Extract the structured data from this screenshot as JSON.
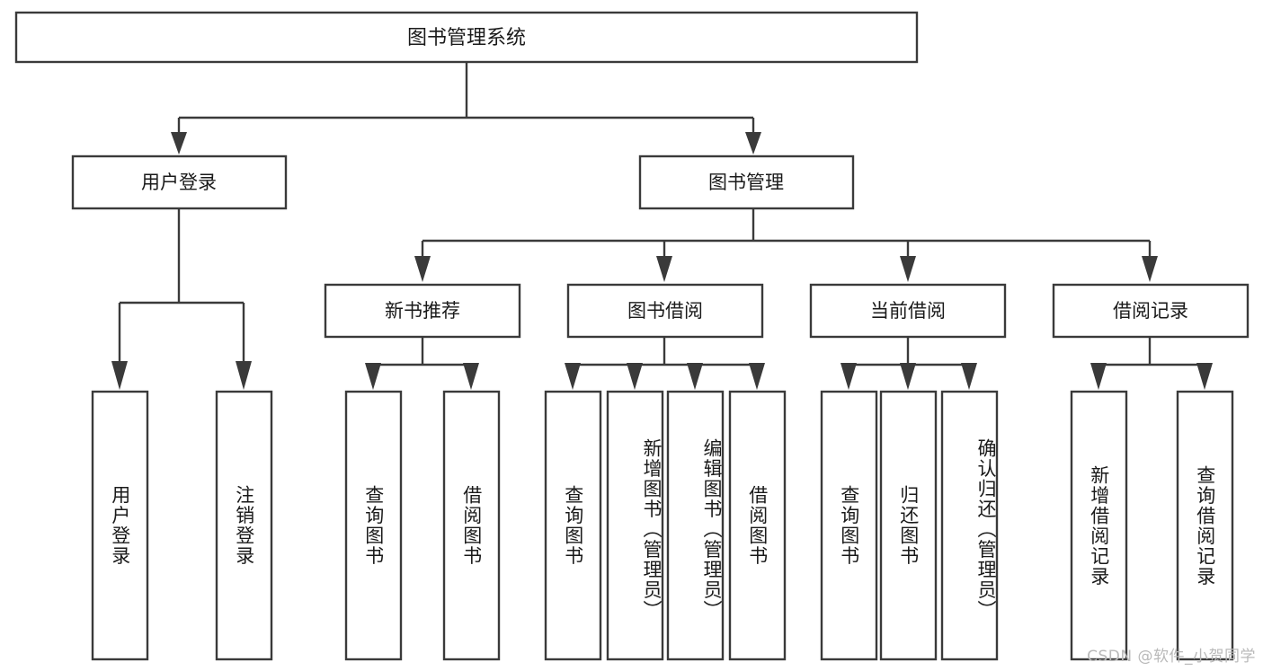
{
  "diagram": {
    "type": "tree-hierarchy",
    "title": "图书管理系统",
    "orientation": "top-down",
    "colors": {
      "box_stroke": "#3a3a3a",
      "box_fill": "#ffffff",
      "connector": "#3a3a3a",
      "text": "#1a1a1a",
      "background": "#ffffff",
      "watermark": "#b9b9b9"
    },
    "root": {
      "id": "root",
      "label": "图书管理系统",
      "text_orientation": "horizontal"
    },
    "level1": [
      {
        "id": "l1-0",
        "label": "用户登录",
        "text_orientation": "horizontal"
      },
      {
        "id": "l1-1",
        "label": "图书管理",
        "text_orientation": "horizontal"
      }
    ],
    "level2": [
      {
        "id": "l2-0",
        "label": "新书推荐",
        "parent": "l1-1",
        "text_orientation": "horizontal"
      },
      {
        "id": "l2-1",
        "label": "图书借阅",
        "parent": "l1-1",
        "text_orientation": "horizontal"
      },
      {
        "id": "l2-2",
        "label": "当前借阅",
        "parent": "l1-1",
        "text_orientation": "horizontal"
      },
      {
        "id": "l2-3",
        "label": "借阅记录",
        "parent": "l1-1",
        "text_orientation": "horizontal"
      }
    ],
    "leaves": [
      {
        "id": "leaf-0",
        "label": "用户登录",
        "parent": "l1-0",
        "text_orientation": "vertical"
      },
      {
        "id": "leaf-1",
        "label": "注销登录",
        "parent": "l1-0",
        "text_orientation": "vertical"
      },
      {
        "id": "leaf-2",
        "label": "查询图书",
        "parent": "l2-0",
        "text_orientation": "vertical"
      },
      {
        "id": "leaf-3",
        "label": "借阅图书",
        "parent": "l2-0",
        "text_orientation": "vertical"
      },
      {
        "id": "leaf-4",
        "label": "查询图书",
        "parent": "l2-1",
        "text_orientation": "vertical"
      },
      {
        "id": "leaf-5",
        "label": "新增图书（管理员）",
        "parent": "l2-1",
        "text_orientation": "vertical"
      },
      {
        "id": "leaf-6",
        "label": "编辑图书（管理员）",
        "parent": "l2-1",
        "text_orientation": "vertical"
      },
      {
        "id": "leaf-7",
        "label": "借阅图书",
        "parent": "l2-1",
        "text_orientation": "vertical"
      },
      {
        "id": "leaf-8",
        "label": "查询图书",
        "parent": "l2-2",
        "text_orientation": "vertical"
      },
      {
        "id": "leaf-9",
        "label": "归还图书",
        "parent": "l2-2",
        "text_orientation": "vertical"
      },
      {
        "id": "leaf-10",
        "label": "确认归还（管理员）",
        "parent": "l2-2",
        "text_orientation": "vertical"
      },
      {
        "id": "leaf-11",
        "label": "新增借阅记录",
        "parent": "l2-3",
        "text_orientation": "vertical"
      },
      {
        "id": "leaf-12",
        "label": "查询借阅记录",
        "parent": "l2-3",
        "text_orientation": "vertical"
      }
    ]
  },
  "watermark": {
    "text": "CSDN @软件_小贺同学"
  }
}
